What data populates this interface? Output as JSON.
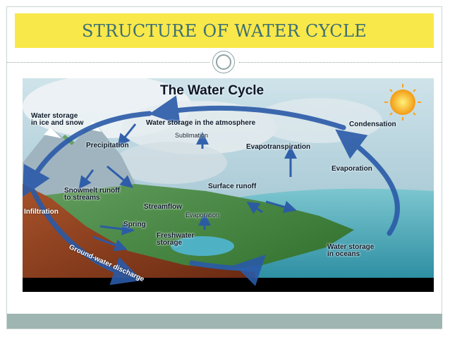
{
  "slide": {
    "title": "STRUCTURE OF WATER CYCLE"
  },
  "diagram": {
    "title": "The Water Cycle",
    "labels": {
      "water_storage_ice_snow": "Water storage\nin ice and snow",
      "water_storage_atmosphere": "Water storage in the atmosphere",
      "condensation": "Condensation",
      "sublimation": "Sublimation",
      "precipitation": "Precipitation",
      "evapotranspiration": "Evapotranspiration",
      "evaporation_ocean": "Evaporation",
      "snowmelt_runoff": "Snowmelt runoff\nto streams",
      "surface_runoff": "Surface runoff",
      "infiltration": "Infiltration",
      "streamflow": "Streamflow",
      "evaporation_land": "Evaporation",
      "spring": "Spring",
      "freshwater_storage": "Freshwater\nstorage",
      "groundwater_discharge": "Ground-water discharge",
      "water_storage_oceans": "Water storage\nin oceans"
    },
    "colors": {
      "arrow": "#2a5aa8",
      "sun": "#f6a31a",
      "ocean": "#3fa7b8",
      "land": "#3f8a2e",
      "soil": "#8a3d1c"
    }
  }
}
